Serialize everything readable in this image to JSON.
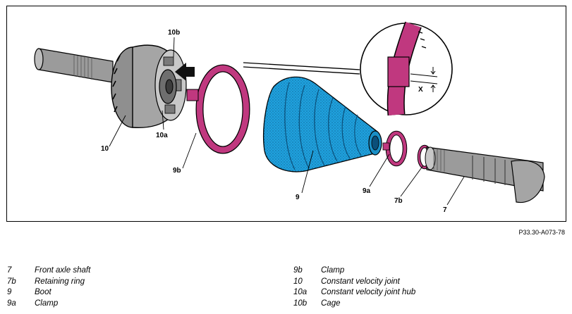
{
  "figure": {
    "callouts": {
      "c7": "7",
      "c7b": "7b",
      "c9": "9",
      "c9a": "9a",
      "c9b": "9b",
      "c10": "10",
      "c10a": "10a",
      "c10b": "10b",
      "cX": "X"
    },
    "figure_id": "P33.30-A073-78",
    "colors": {
      "boot": "#1fa2de",
      "clamp": "#c0387f",
      "metal": "#9b9b9b",
      "metal_light": "#c8c8c8",
      "metal_dark": "#6e6e6e"
    }
  },
  "legend": {
    "left": [
      {
        "key": "7",
        "label": "Front axle shaft"
      },
      {
        "key": "7b",
        "label": "Retaining ring"
      },
      {
        "key": "9",
        "label": "Boot"
      },
      {
        "key": "9a",
        "label": "Clamp"
      }
    ],
    "right": [
      {
        "key": "9b",
        "label": "Clamp"
      },
      {
        "key": "10",
        "label": "Constant velocity joint"
      },
      {
        "key": "10a",
        "label": "Constant velocity joint hub"
      },
      {
        "key": "10b",
        "label": "Cage"
      }
    ]
  }
}
